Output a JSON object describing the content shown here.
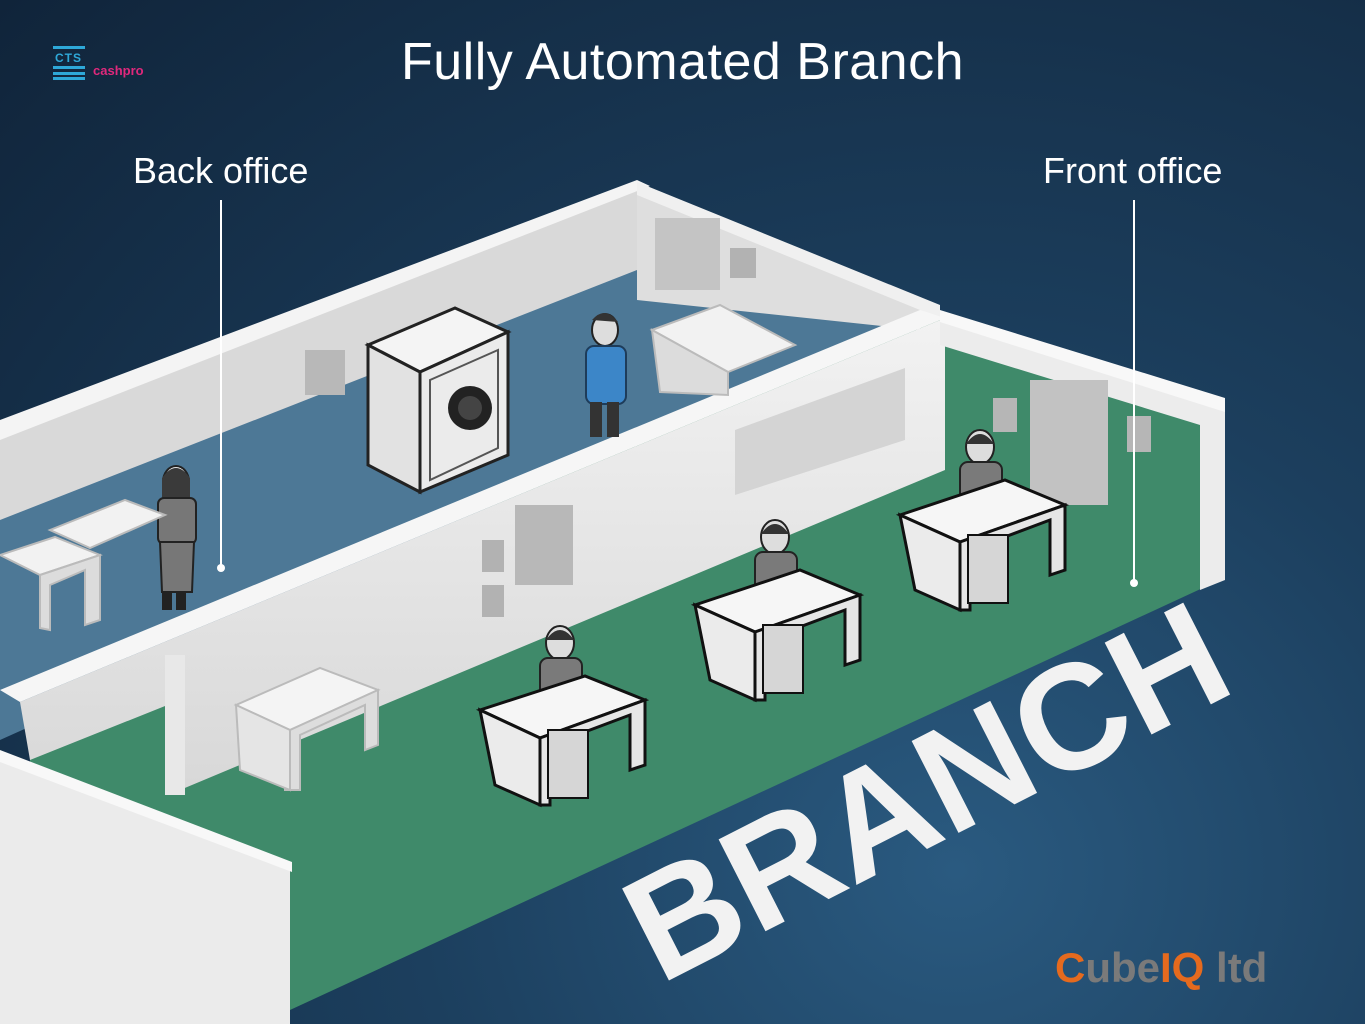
{
  "title": "Fully Automated Branch",
  "labels": {
    "back_office": "Back office",
    "front_office": "Front office"
  },
  "logo": {
    "mark": "CTS",
    "name": "cashpro"
  },
  "floor_text": "BRANCH",
  "company": {
    "part1": "C",
    "part2": "ube",
    "part3": "IQ",
    "part4": " ltd"
  },
  "colors": {
    "back_floor": "#4d7896",
    "front_floor": "#3f8a6a",
    "wall": "#e6e6e6",
    "accent_orange": "#e56a1e",
    "accent_gray": "#7a7a7a",
    "logo_blue": "#2ea8d8",
    "logo_pink": "#e0287c"
  }
}
